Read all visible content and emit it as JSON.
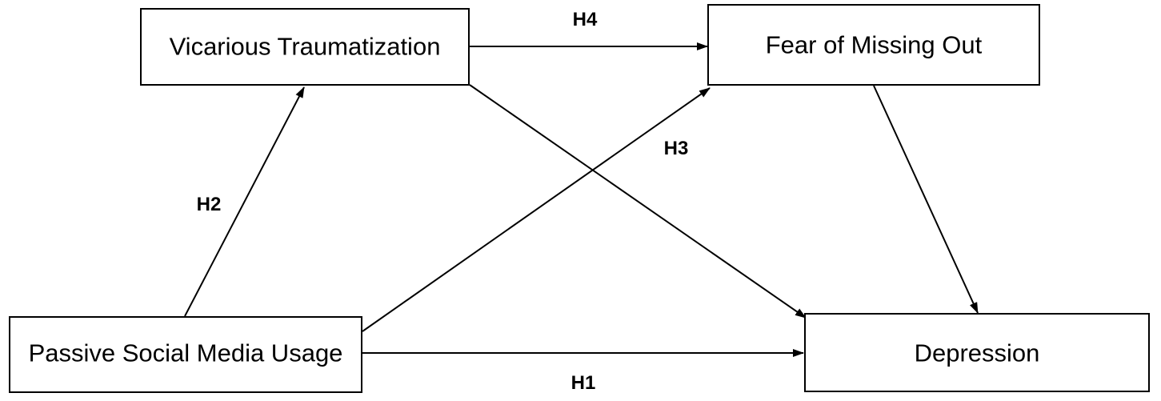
{
  "nodes": {
    "vicarious": "Vicarious Traumatization",
    "fomo": "Fear of Missing Out",
    "passive": "Passive Social Media Usage",
    "depression": "Depression"
  },
  "hypotheses": {
    "h1": "H1",
    "h2": "H2",
    "h3": "H3",
    "h4": "H4"
  },
  "edges": [
    {
      "from": "passive",
      "to": "depression",
      "label": "h1"
    },
    {
      "from": "passive",
      "to": "vicarious",
      "label": "h2"
    },
    {
      "from": "passive",
      "to": "fomo",
      "label": "h3"
    },
    {
      "from": "vicarious",
      "to": "fomo",
      "label": "h4"
    },
    {
      "from": "vicarious",
      "to": "depression"
    },
    {
      "from": "fomo",
      "to": "depression"
    }
  ],
  "colors": {
    "stroke": "#000000",
    "background": "#ffffff"
  }
}
